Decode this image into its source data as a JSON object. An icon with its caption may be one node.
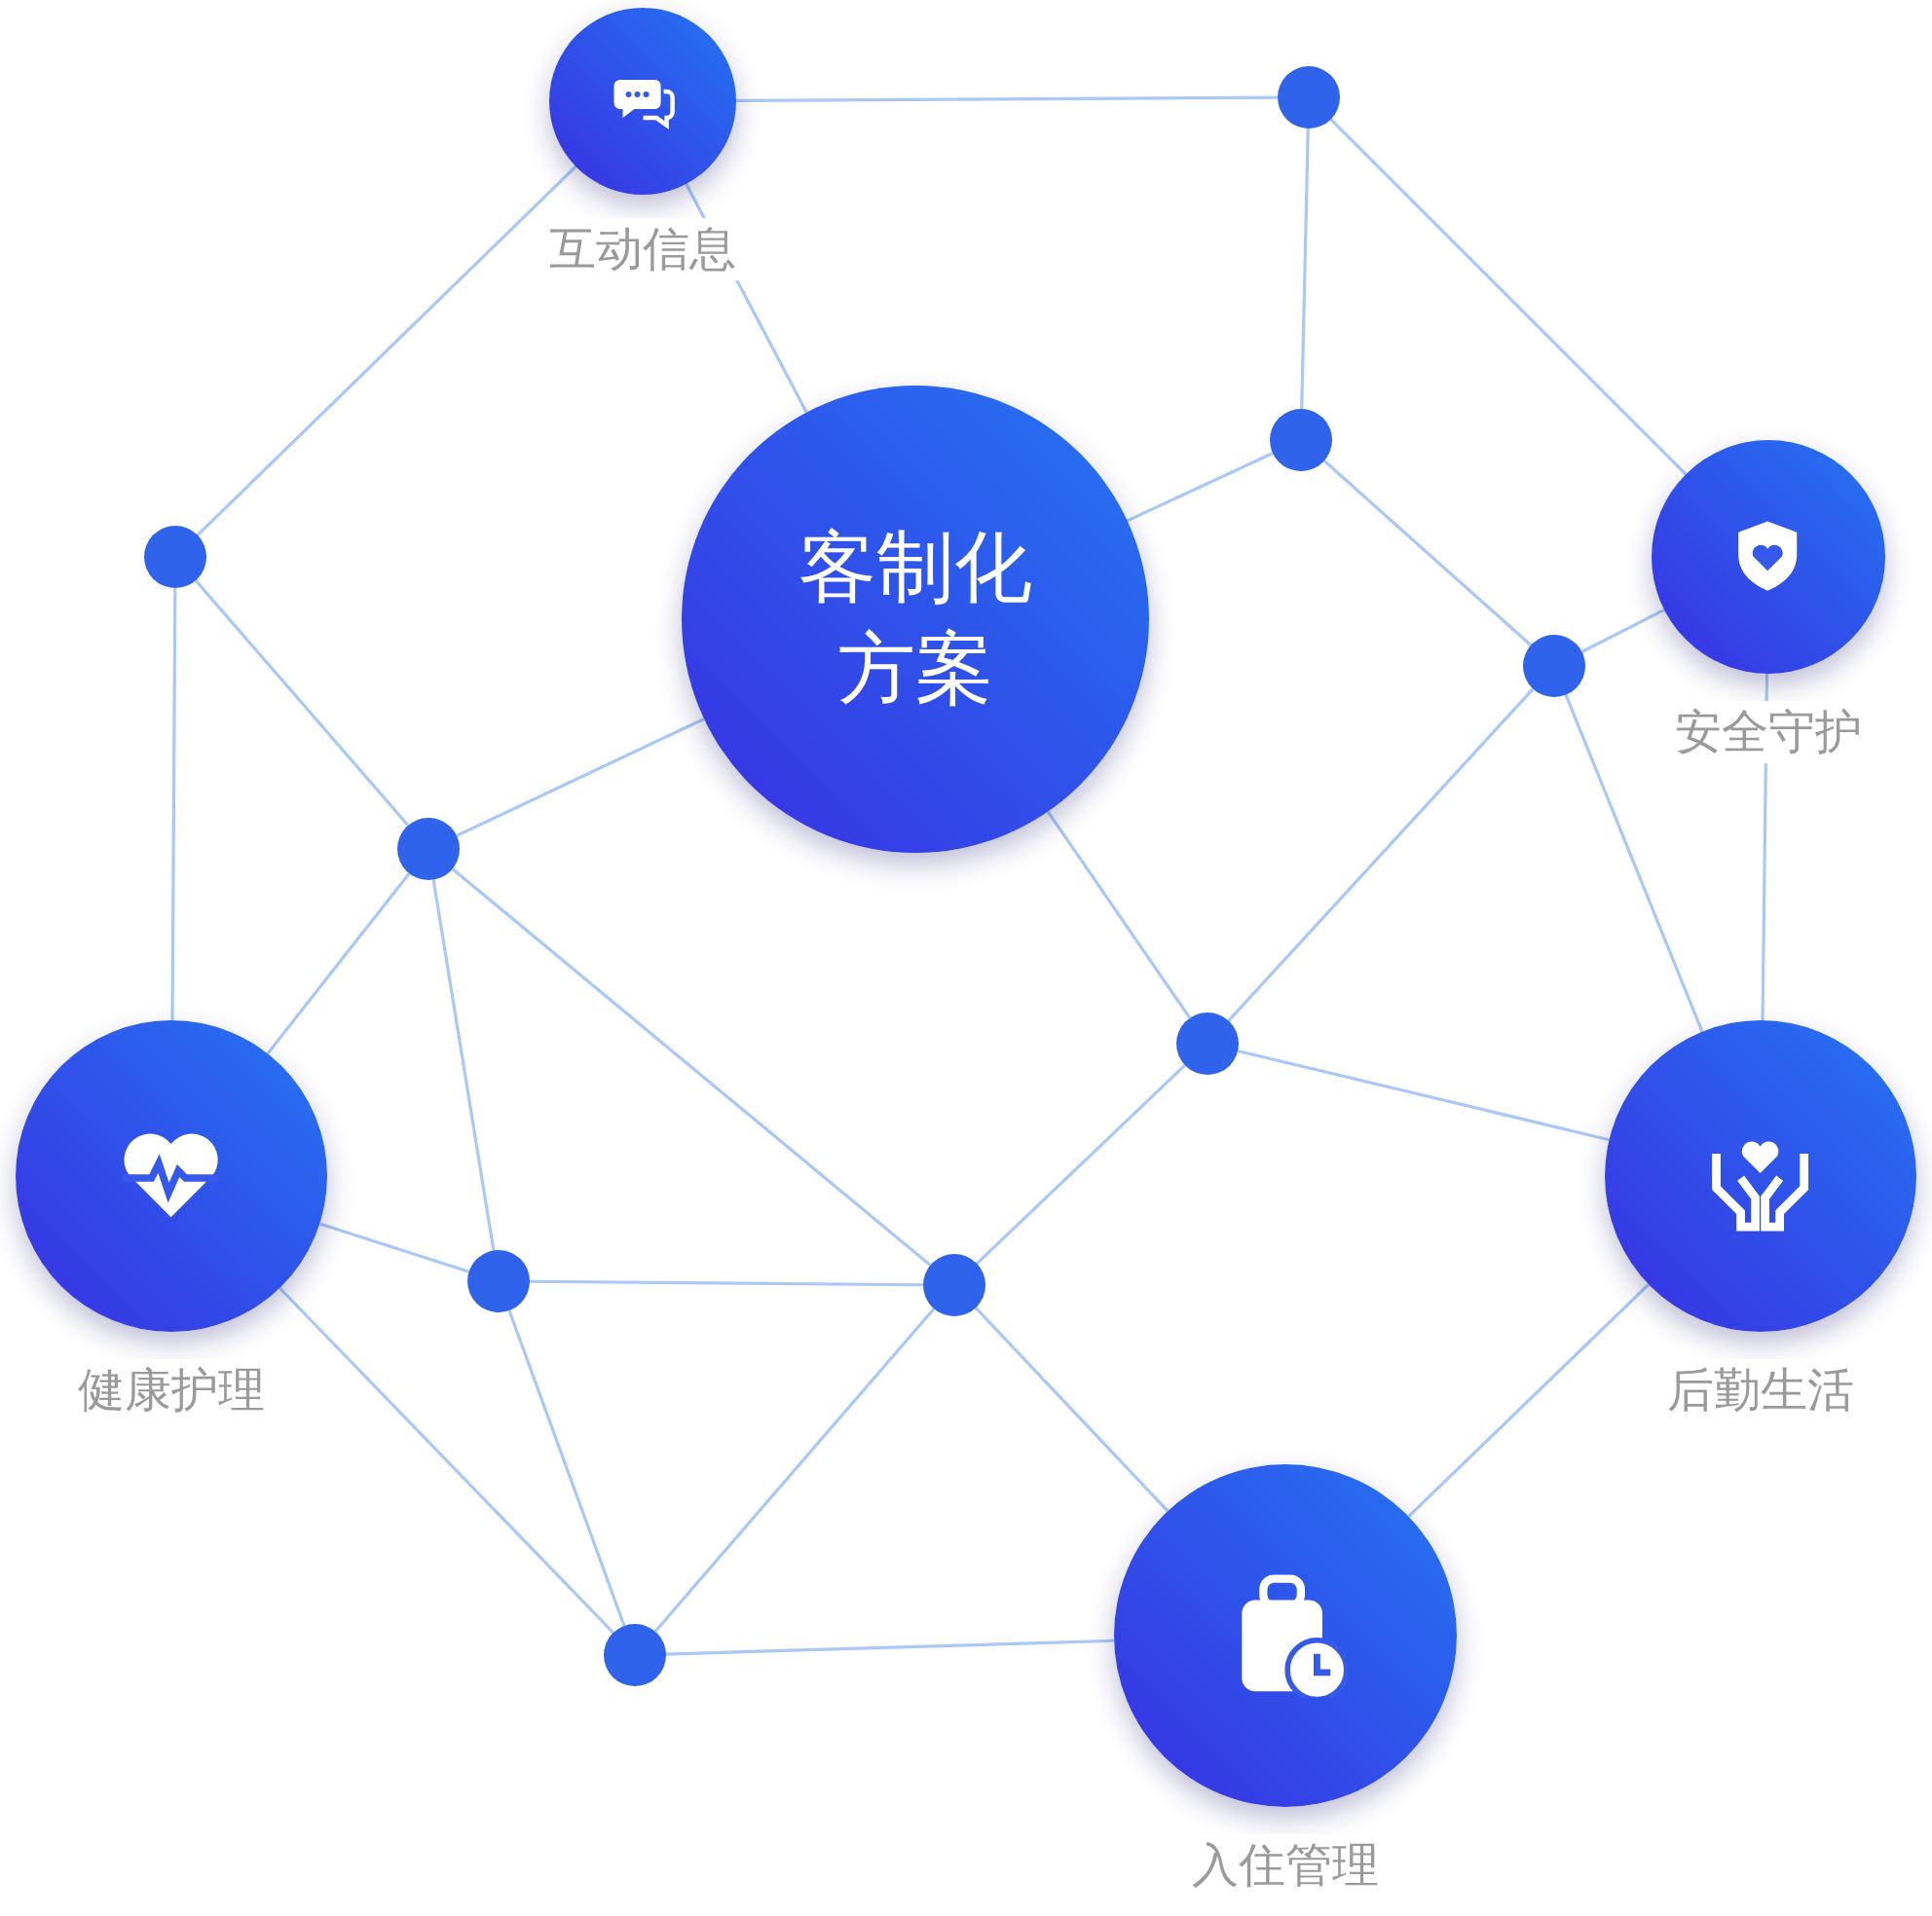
{
  "diagram": {
    "nodes": [
      {
        "text": [
          "互动信息"
        ]
      },
      {
        "text": [],
        "shape": "circle"
      },
      {
        "text": [],
        "shape": "circle"
      },
      {
        "text": [
          "客制化方案"
        ]
      },
      {
        "text": [
          "安全守护"
        ]
      },
      {
        "text": [],
        "shape": "circle"
      },
      {
        "text": [],
        "shape": "circle"
      },
      {
        "text": [],
        "shape": "circle"
      },
      {
        "text": [],
        "shape": "circle"
      },
      {
        "text": [
          "健康护理"
        ]
      },
      {
        "text": [
          "后勤生活"
        ]
      },
      {
        "text": [],
        "shape": "circle"
      },
      {
        "text": [],
        "shape": "circle"
      },
      {
        "text": [
          "入住管理"
        ]
      },
      {
        "text": [],
        "shape": "circle"
      }
    ],
    "edges": [
      {
        "from": 0,
        "to": 1,
        "arrow": "none"
      },
      {
        "from": 0,
        "to": 5,
        "arrow": "none"
      },
      {
        "from": 0,
        "to": 3,
        "arrow": "none"
      },
      {
        "from": 1,
        "to": 2,
        "arrow": "none"
      },
      {
        "from": 1,
        "to": 4,
        "arrow": "none"
      },
      {
        "from": 2,
        "to": 3,
        "arrow": "none"
      },
      {
        "from": 2,
        "to": 6,
        "arrow": "none"
      },
      {
        "from": 6,
        "to": 4,
        "arrow": "none"
      },
      {
        "from": 4,
        "to": 10,
        "arrow": "none"
      },
      {
        "from": 6,
        "to": 10,
        "arrow": "none"
      },
      {
        "from": 6,
        "to": 8,
        "arrow": "none"
      },
      {
        "from": 3,
        "to": 8,
        "arrow": "none"
      },
      {
        "from": 3,
        "to": 7,
        "arrow": "none"
      },
      {
        "from": 5,
        "to": 7,
        "arrow": "none"
      },
      {
        "from": 5,
        "to": 9,
        "arrow": "none"
      },
      {
        "from": 7,
        "to": 9,
        "arrow": "none"
      },
      {
        "from": 7,
        "to": 11,
        "arrow": "none"
      },
      {
        "from": 7,
        "to": 12,
        "arrow": "none"
      },
      {
        "from": 8,
        "to": 10,
        "arrow": "none"
      },
      {
        "from": 8,
        "to": 12,
        "arrow": "none"
      },
      {
        "from": 9,
        "to": 11,
        "arrow": "none"
      },
      {
        "from": 9,
        "to": 14,
        "arrow": "none"
      },
      {
        "from": 11,
        "to": 12,
        "arrow": "none"
      },
      {
        "from": 11,
        "to": 14,
        "arrow": "none"
      },
      {
        "from": 12,
        "to": 14,
        "arrow": "none"
      },
      {
        "from": 12,
        "to": 13,
        "arrow": "none"
      },
      {
        "from": 13,
        "to": 14,
        "arrow": "none"
      },
      {
        "from": 10,
        "to": 13,
        "arrow": "none"
      }
    ]
  }
}
